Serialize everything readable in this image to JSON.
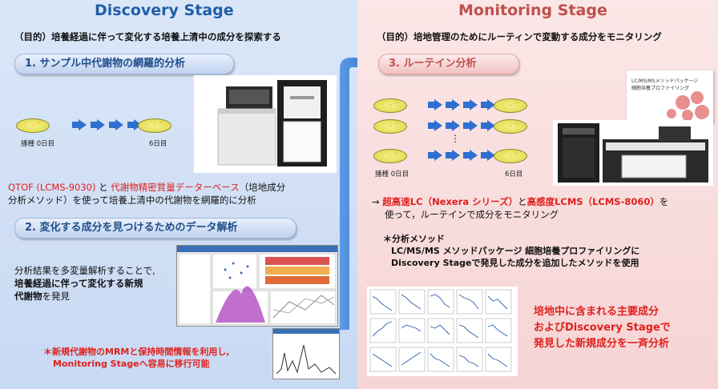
{
  "discovery": {
    "title": "Discovery Stage",
    "purpose": "（目的）培養経過に伴って変化する培養上清中の成分を探索する",
    "step1": "1. サンプル中代謝物の網羅的分析",
    "day0": "播種 0日目",
    "day6": "6日目",
    "desc_qtof": "QTOF (LCMS-9030)",
    "desc_and": " と ",
    "desc_db": "代謝物精密質量データーベース",
    "desc_rest1": "（培地成分",
    "desc_rest2": "分析メソッド）を使って培養上清中の代謝物を網羅的に分析",
    "step2": "2. 変化する成分を見つけるためのデータ解析",
    "analysis1": "分析結果を多変量解析することで,",
    "analysis2": "培養経過に伴って変化する新規",
    "analysis3_bold": "代謝物",
    "analysis3_rest": "を発見",
    "note1": "＊新規代謝物のMRMと保持時間情報を利用し,",
    "note2": "Monitoring Stageへ容易に移行可能"
  },
  "monitoring": {
    "title": "Monitoring Stage",
    "purpose": "（目的）培地管理のためにルーティンで変動する成分をモニタリング",
    "step3": "3. ルーテイン分析",
    "day0": "播種 0日目",
    "day6": "6日目",
    "ellipsis": "⋮",
    "line1_arrow": "→ ",
    "line1_a": "超高速LC（Nexera シリーズ）",
    "line1_b": "と",
    "line1_c": "高感度LCMS（LCMS-8060）",
    "line1_d": "を",
    "line2": "使って，ルーテインで成分をモニタリング",
    "method_title": "＊分析メソッド",
    "method1": "LC/MS/MS メソッドパッケージ 細胞培養プロファイリングに",
    "method2": "Discovery Stageで発見した成分を追加したメソッドを使用",
    "big1": "培地中に含まれる主要成分",
    "big2": "およびDiscovery Stageで",
    "big3": "発見した新規成分を一斉分析",
    "package_title1": "LC/MS/MSメソッドパッケージ",
    "package_title2": "細胞培養プロファイリング"
  },
  "colors": {
    "blue_title": "#1f5fa8",
    "red_title": "#c0504d",
    "accent_red": "#e0201c",
    "arrow_blue": "#2f6fd0"
  },
  "icons": [
    "petri-dish-icon",
    "blue-arrow-icon",
    "lcms-instrument-image",
    "software-screenshot-image",
    "trend-chart-grid-image"
  ]
}
